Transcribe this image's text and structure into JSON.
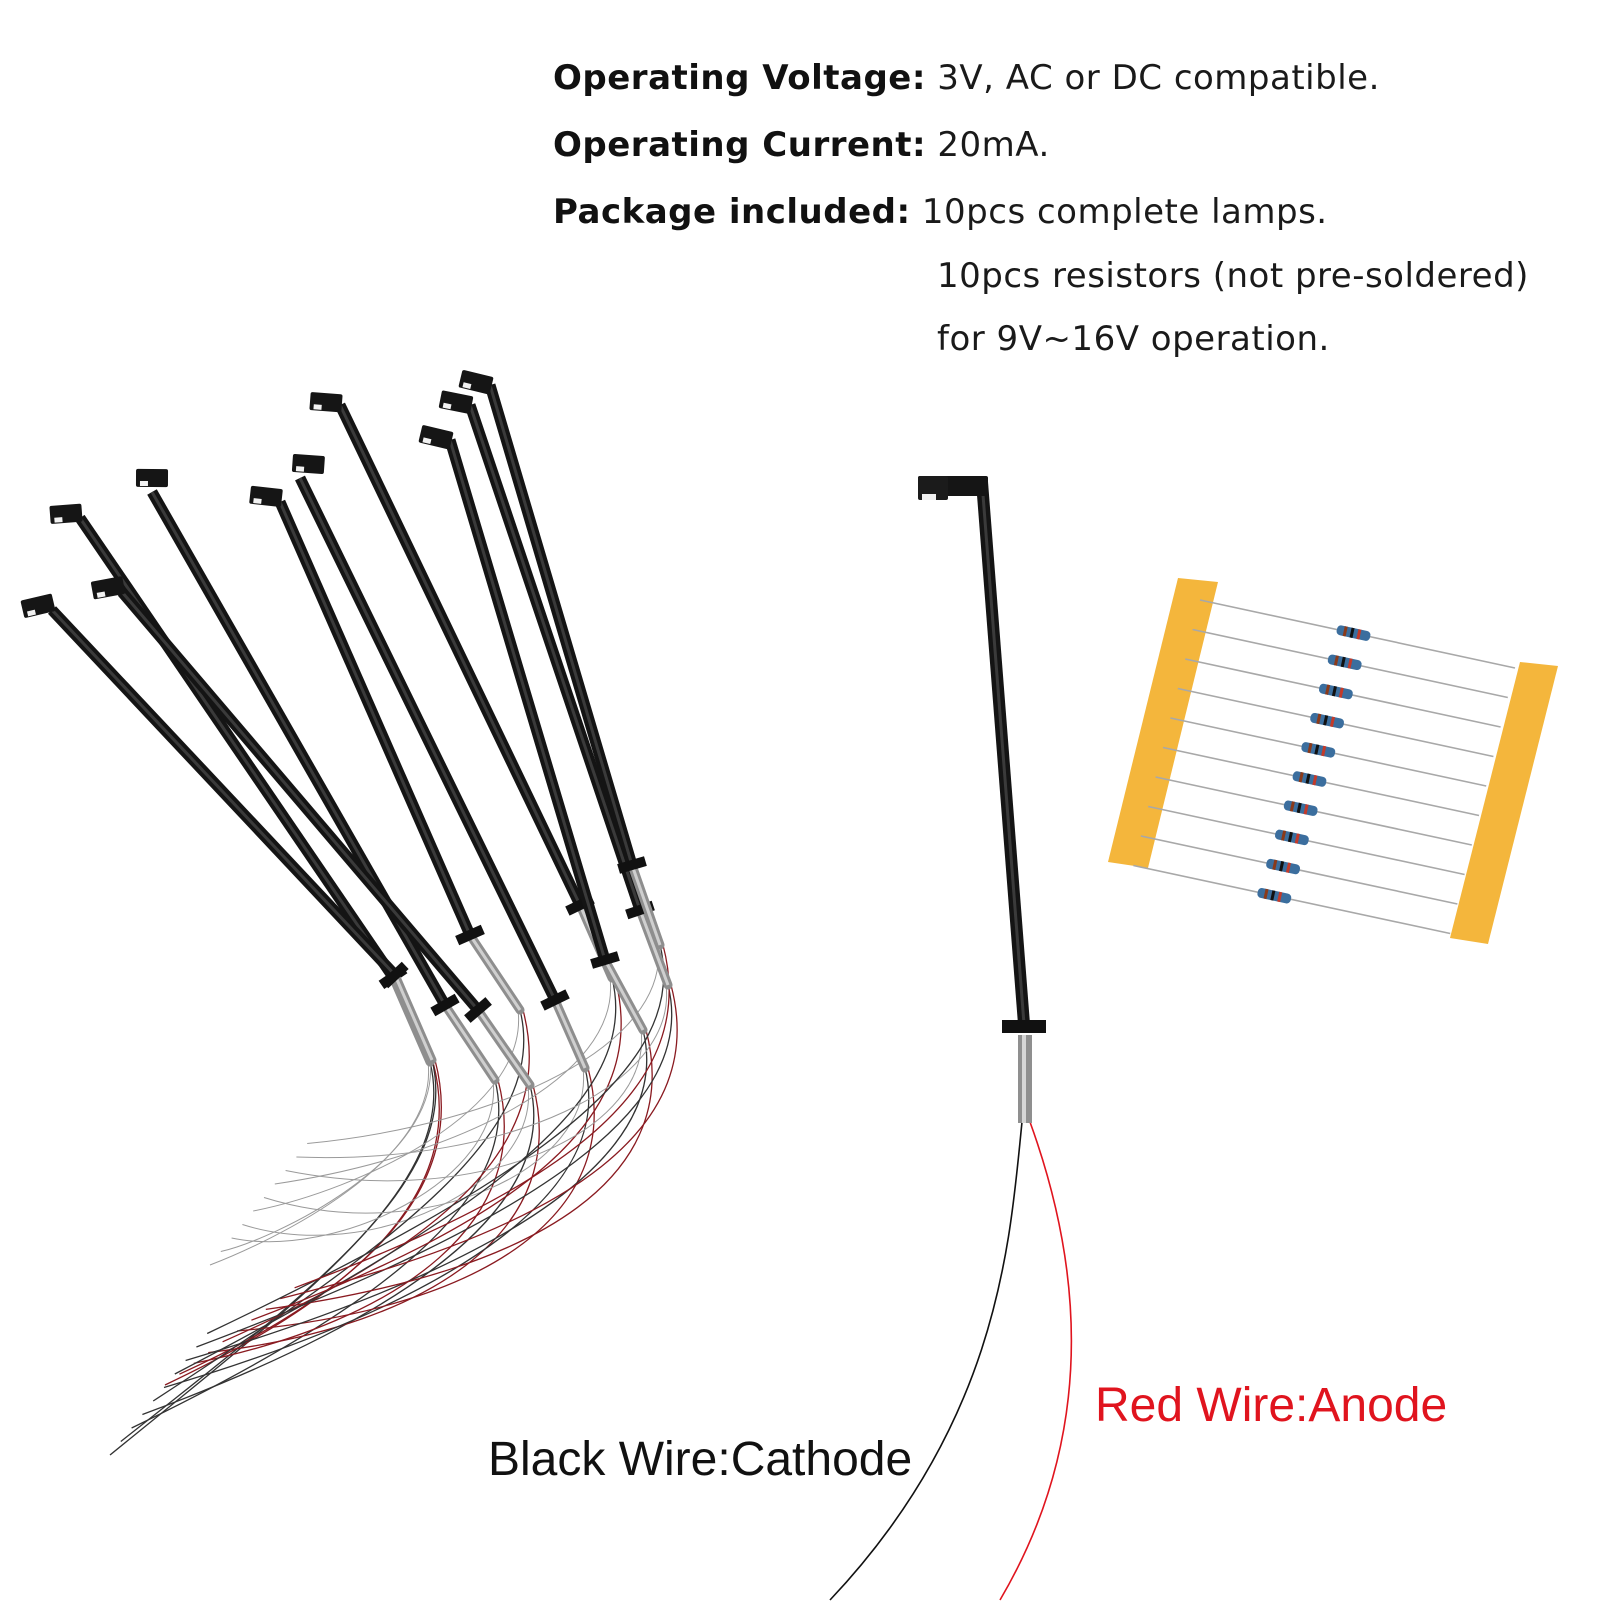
{
  "specs": {
    "voltage": {
      "label": "Operating Voltage:",
      "value": "3V, AC or DC compatible."
    },
    "current": {
      "label": "Operating Current:",
      "value": "20mA."
    },
    "package": {
      "label": "Package included:",
      "lines": [
        "10pcs complete lamps.",
        "10pcs resistors (not pre-soldered)",
        "for 9V~16V operation."
      ]
    }
  },
  "wire_labels": {
    "black": "Black Wire:Cathode",
    "red": "Red Wire:Anode"
  },
  "colors": {
    "black_wire": "#111111",
    "red_wire": "#e0141e",
    "red_label": "#e0141e",
    "tape": "#f4b63c",
    "resistor_body": "#3b6e9e"
  },
  "photo": {
    "lamp_bundle_count": 10,
    "resistor_count": 10
  }
}
